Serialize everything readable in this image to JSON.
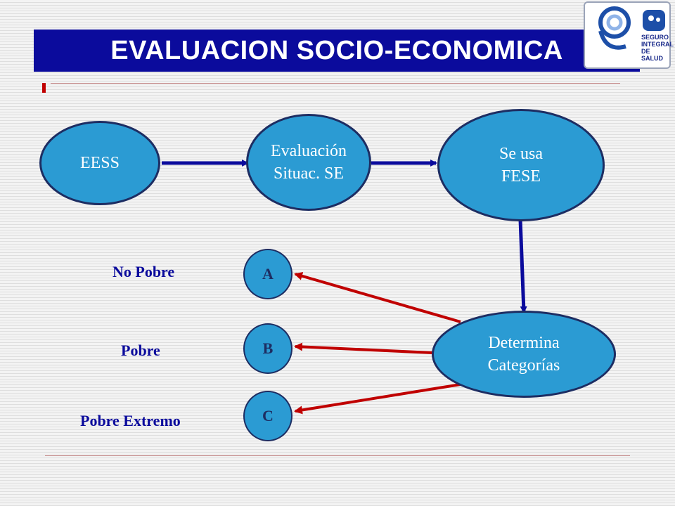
{
  "title": "EVALUACION SOCIO-ECONOMICA",
  "logo": {
    "lines": [
      "SEGURO",
      "INTEGRAL",
      "DE SALUD"
    ]
  },
  "nodes": {
    "eess": {
      "label": "EESS"
    },
    "evaluacion": {
      "line1": "Evaluación",
      "line2": "Situac. SE"
    },
    "fese": {
      "line1": "Se usa",
      "line2": "FESE"
    },
    "determina": {
      "line1": "Determina",
      "line2": "Categorías"
    },
    "cat_a": {
      "label": "A"
    },
    "cat_b": {
      "label": "B"
    },
    "cat_c": {
      "label": "C"
    }
  },
  "categories": {
    "no_pobre": "No Pobre",
    "pobre": "Pobre",
    "pobre_extremo": "Pobre Extremo"
  },
  "colors": {
    "title_bar": "#0b0b9c",
    "node_fill": "#2b9bd3",
    "node_border": "#1d2d62",
    "flow_arrow": "#0b0b9c",
    "category_arrow": "#c00000",
    "label_text": "#0b0b9c"
  }
}
